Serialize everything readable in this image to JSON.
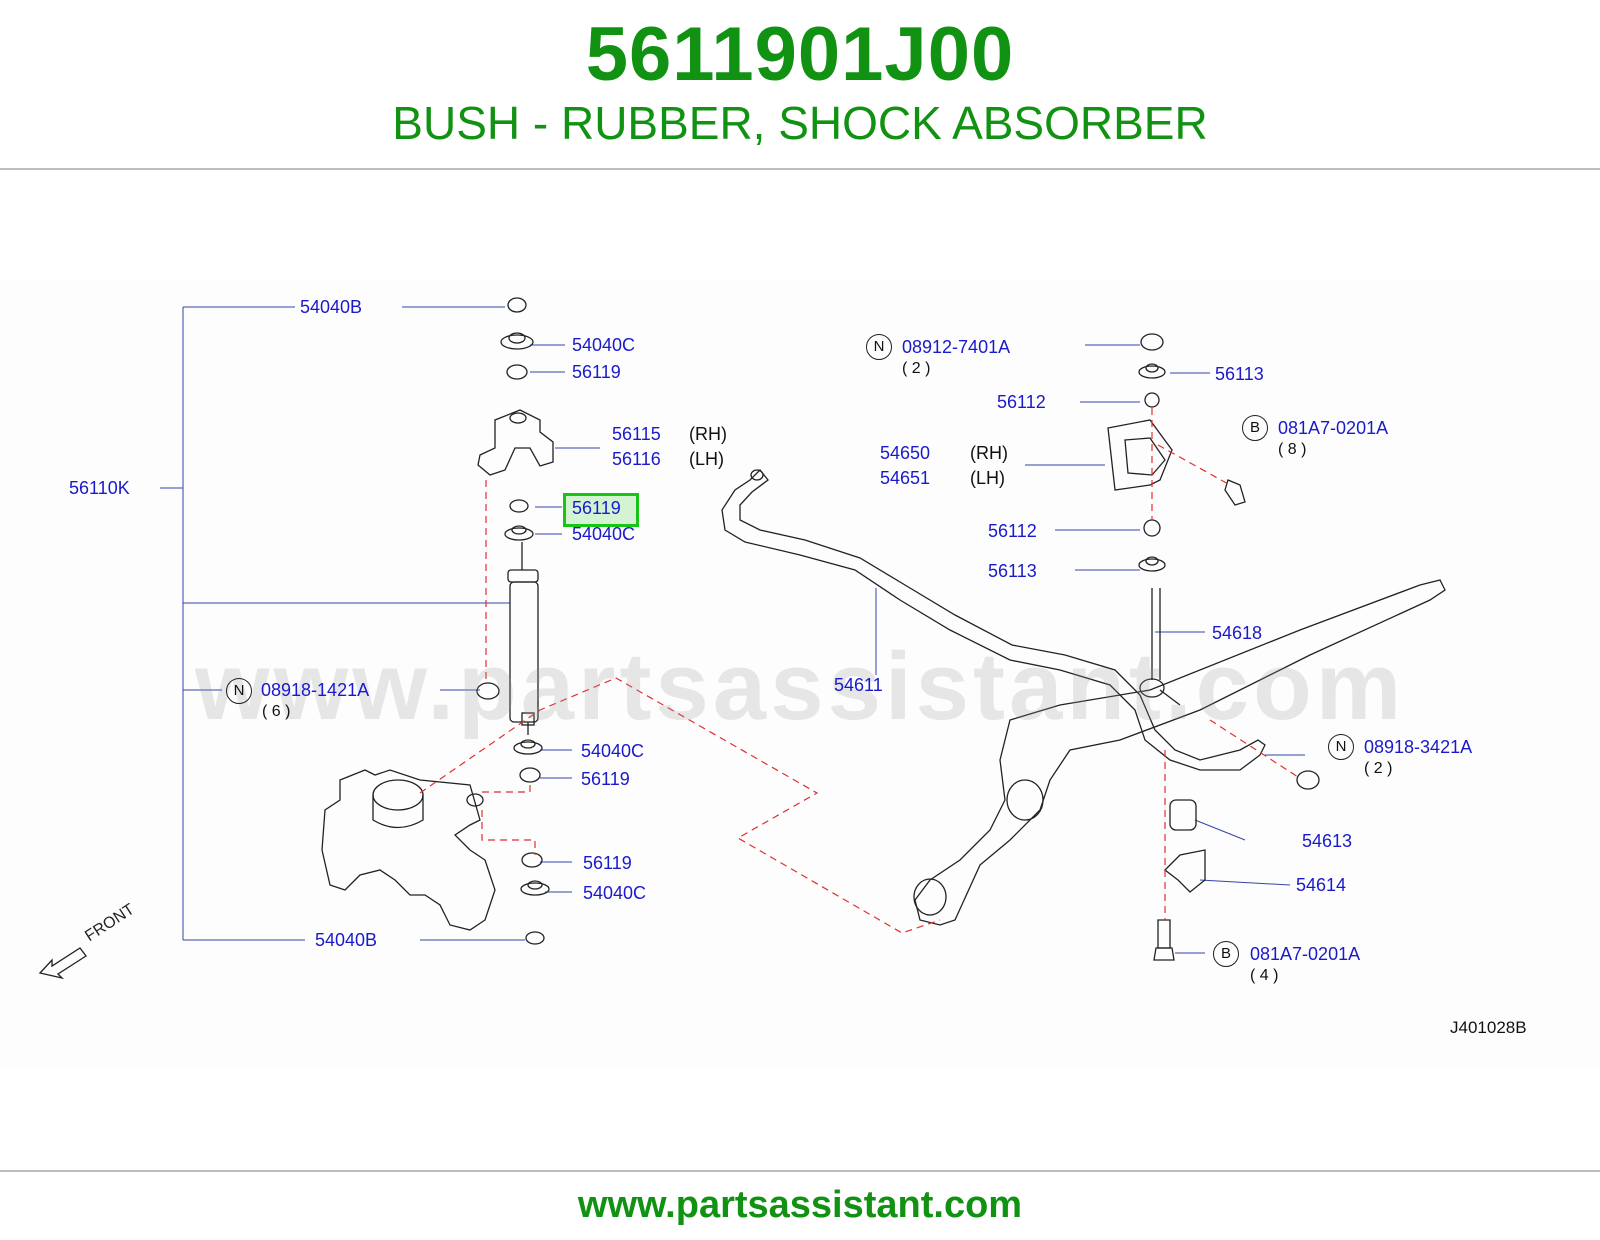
{
  "header": {
    "part_number": "5611901J00",
    "description": "BUSH - RUBBER, SHOCK ABSORBER"
  },
  "watermark": "www.partsassistant.com",
  "footer": {
    "url": "www.partsassistant.com"
  },
  "diagram": {
    "code": "J401028B",
    "front_label": "FRONT",
    "highlighted_part": "56119",
    "symbols": {
      "n": "N",
      "b": "B"
    },
    "labels": {
      "l_54040b_top": "54040B",
      "l_54040c_1": "54040C",
      "l_56119_1": "56119",
      "l_56115": "56115",
      "l_56115_side": "(RH)",
      "l_56116": "56116",
      "l_56116_side": "(LH)",
      "l_56110k": "56110K",
      "l_56119_hl": "56119",
      "l_54040c_2": "54040C",
      "l_08918_1421a": "08918-1421A",
      "l_08918_1421a_qty": "( 6 )",
      "l_54040c_3": "54040C",
      "l_56119_3": "56119",
      "l_56119_4": "56119",
      "l_54040c_4": "54040C",
      "l_54040b_bottom": "54040B",
      "l_08912_7401a": "08912-7401A",
      "l_08912_7401a_qty": "( 2 )",
      "l_56113_1": "56113",
      "l_56112_1": "56112",
      "l_081a7_1": "081A7-0201A",
      "l_081a7_1_qty": "( 8 )",
      "l_54650": "54650",
      "l_54650_side": "(RH)",
      "l_54651": "54651",
      "l_54651_side": "(LH)",
      "l_56112_2": "56112",
      "l_56113_2": "56113",
      "l_54618": "54618",
      "l_54611": "54611",
      "l_08918_3421a": "08918-3421A",
      "l_08918_3421a_qty": "( 2 )",
      "l_54613": "54613",
      "l_54614": "54614",
      "l_081a7_2": "081A7-0201A",
      "l_081a7_2_qty": "( 4 )"
    }
  },
  "colors": {
    "brand_green": "#129212",
    "label_blue": "#1a1acc",
    "highlight_green": "#16c516",
    "dashed_red": "#e03030"
  }
}
